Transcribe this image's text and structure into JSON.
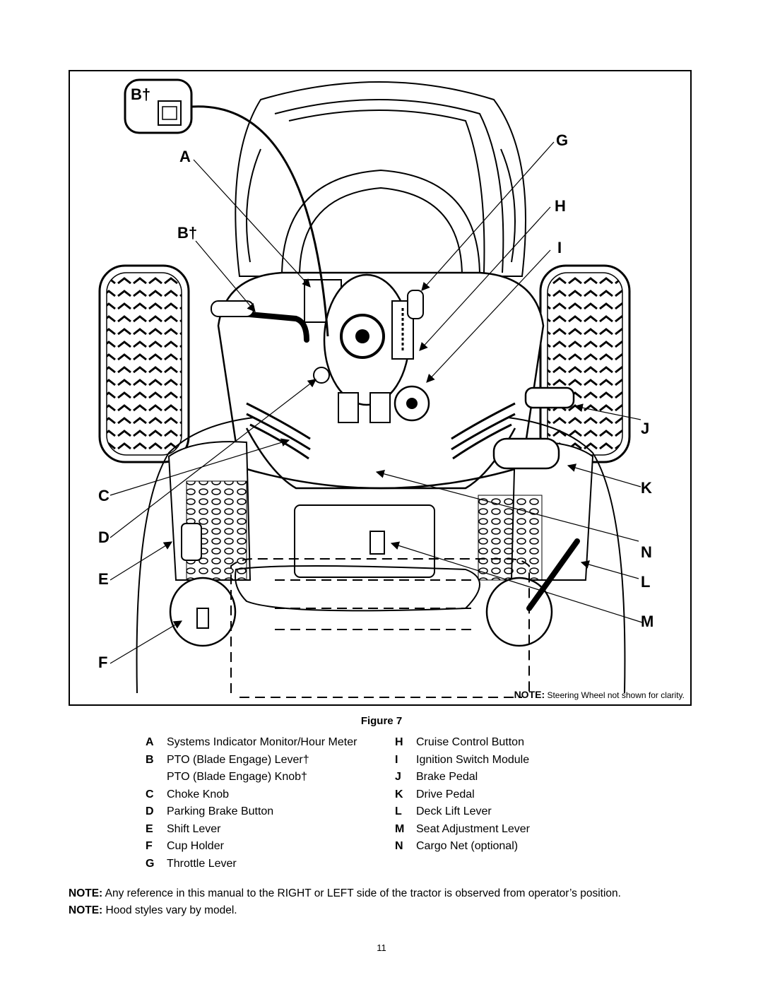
{
  "figure": {
    "callouts": {
      "A": "A",
      "B_inset": "B†",
      "B": "B†",
      "C": "C",
      "D": "D",
      "E": "E",
      "F": "F",
      "G": "G",
      "H": "H",
      "I": "I",
      "J": "J",
      "K": "K",
      "N": "N",
      "L": "L",
      "M": "M"
    },
    "note_label": "NOTE:",
    "note_text": " Steering Wheel not shown for clarity."
  },
  "caption": "Figure 7",
  "legend": {
    "left": [
      {
        "key": "A",
        "label": "Systems Indicator Monitor/Hour Meter"
      },
      {
        "key": "B",
        "label": "PTO (Blade Engage) Lever†"
      },
      {
        "key": "",
        "label": "PTO (Blade Engage) Knob†"
      },
      {
        "key": "C",
        "label": "Choke Knob"
      },
      {
        "key": "D",
        "label": "Parking Brake Button"
      },
      {
        "key": "E",
        "label": "Shift Lever"
      },
      {
        "key": "F",
        "label": "Cup Holder"
      },
      {
        "key": "G",
        "label": "Throttle Lever"
      }
    ],
    "right": [
      {
        "key": "H",
        "label": "Cruise Control Button"
      },
      {
        "key": "I",
        "label": "Ignition Switch Module"
      },
      {
        "key": "J",
        "label": "Brake Pedal"
      },
      {
        "key": "K",
        "label": "Drive Pedal"
      },
      {
        "key": "L",
        "label": "Deck Lift Lever"
      },
      {
        "key": "M",
        "label": "Seat Adjustment Lever"
      },
      {
        "key": "N",
        "label": "Cargo Net (optional)"
      }
    ]
  },
  "notes": [
    {
      "label": "NOTE:",
      "text": " Any reference in this manual to the RIGHT or LEFT side of the tractor is observed from operator’s position."
    },
    {
      "label": "NOTE:",
      "text": " Hood styles vary by model."
    }
  ],
  "page_number": "11"
}
